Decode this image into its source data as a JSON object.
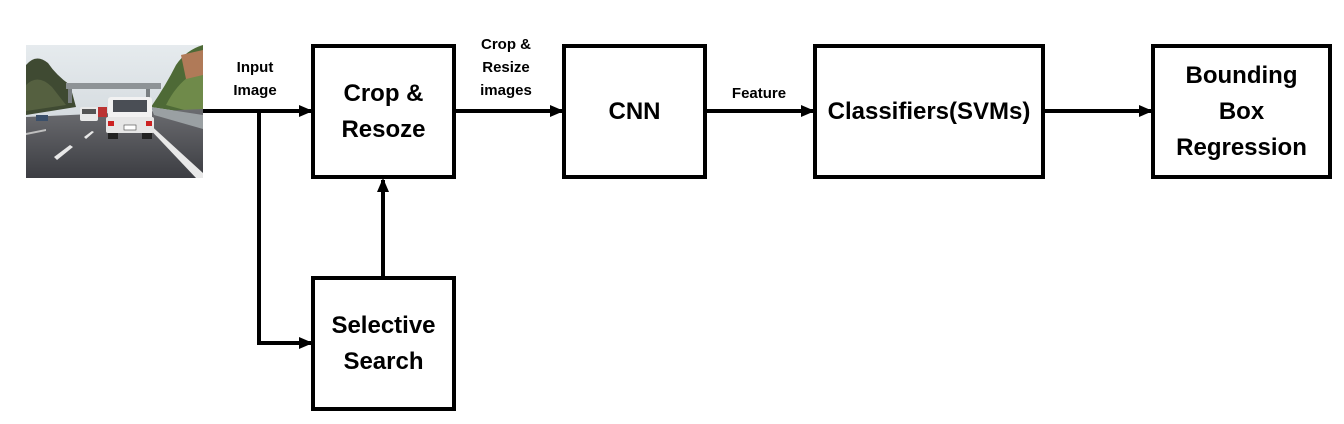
{
  "diagram": {
    "nodes": {
      "crop_resize": "Crop &\nResoze",
      "cnn": "CNN",
      "classifiers": "Classifiers(SVMs)",
      "bbox_regression": "Bounding\nBox\nRegression",
      "selective_search": "Selective\nSearch"
    },
    "edge_labels": {
      "input_image": "Input\nImage",
      "crop_resize_images": "Crop &\nResize\nimages",
      "feature": "Feature"
    },
    "input_photo": {
      "icon": "road-scene-photo",
      "description_hidden": true
    }
  }
}
